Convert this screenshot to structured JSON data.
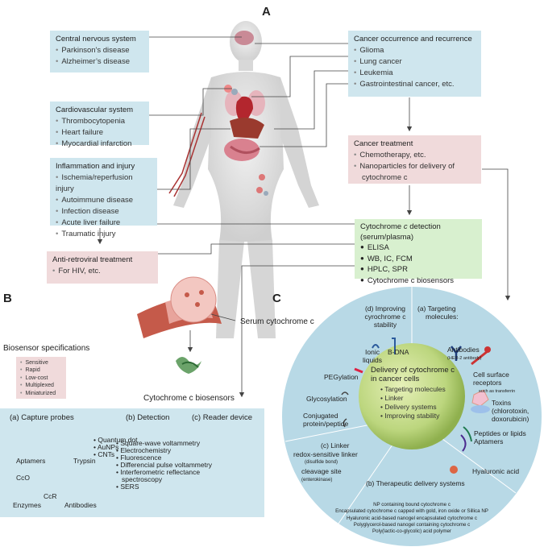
{
  "colors": {
    "blue_box": "#cfe6ee",
    "pink_box": "#f0dadb",
    "green_box": "#d8f0cf",
    "disk": "#b8d9e6",
    "center": "#c5dd8f"
  },
  "panel_a": {
    "letter": "A",
    "cns": {
      "title": "Central nervous system",
      "items": [
        "Parkinson's disease",
        "Alzheimer’s disease"
      ]
    },
    "cardio": {
      "title": "Cardiovascular system",
      "items": [
        "Thrombocytopenia",
        "Heart failure",
        "Myocardial infarction"
      ]
    },
    "inflam": {
      "title": "Inflammation and injury",
      "items": [
        "Ischemia/reperfusion injury",
        "Autoimmune disease",
        "Infection disease",
        "Acute liver failure",
        "Traumatic injury"
      ]
    },
    "antiretro": {
      "title": "Anti-retroviral treatment",
      "item": "For HIV, etc."
    },
    "cancer_occ": {
      "title": "Cancer occurrence and recurrence",
      "items": [
        "Glioma",
        "Lung cancer",
        "Leukemia",
        "Gastrointestinal cancer, etc."
      ]
    },
    "cancer_treat": {
      "title": "Cancer treatment",
      "items": [
        "Chemotherapy, etc.",
        "Nanoparticles for delivery of cytochrome c"
      ]
    },
    "detection": {
      "title_a": "Cytochrome ",
      "title_c": "c",
      "title_b": " detection",
      "title_2": "(serum/plasma)",
      "items": [
        "ELISA",
        "WB, IC, FCM",
        "HPLC, SPR",
        "Cytochrome c biosensors"
      ]
    }
  },
  "panel_b": {
    "letter": "B",
    "serum_label": "Serum cytochrome c",
    "spec_title": "Biosensor specifications",
    "specs": [
      "Sensitive",
      "Rapid",
      "Low-cost",
      "Multiplexed",
      "Miniaturized"
    ],
    "biosensors_label": "Cytochrome c biosensors",
    "capture_title": "(a) Capture probes",
    "detection_title": "(b) Detection",
    "reader_title": "(c) Reader device",
    "probes": {
      "aptamers": "Aptamers",
      "trypsin": "Trypsin",
      "quantum": "Quantum dot",
      "aunps": "AuNPs",
      "cnts": "CNTs",
      "cco": "CcO",
      "ccr": "CcR",
      "enzymes": "Enzymes",
      "antibodies": "Antibodies"
    },
    "methods": [
      "Square-wave voltammetry",
      "Electrochemistry",
      "Fluorescence",
      "Differencial pulse voltammetry",
      "Interferometric reflectance",
      "spectroscopy",
      "SERS"
    ]
  },
  "panel_c": {
    "letter": "C",
    "seg_d": [
      "(d) Improving",
      "cyrochrome c",
      "stability"
    ],
    "seg_a": [
      "(a) Targeting",
      "molecules:"
    ],
    "ionic": [
      "Ionic",
      "liquids"
    ],
    "bdna": "B-DNA",
    "antibodies": "Antibodies",
    "her2": "(HER-2 antibody)",
    "cell_surface": [
      "Cell surface",
      "receptors"
    ],
    "transferrin": "such as transferrin",
    "toxins": [
      "Toxins",
      "(chlorotoxin,",
      "doxorubicin)"
    ],
    "peptides": [
      "Peptides or lipids",
      "Aptamers"
    ],
    "hyaluronic": "Hyaluronic acid",
    "pegylation": "PEGylation",
    "glycosylation": "Glycosylation",
    "conjugated": [
      "Conjugated",
      "protein/peptide"
    ],
    "seg_c": "(c) Linker",
    "redox": "redox-sensitive linker",
    "disulfide": "(disulfide bond)",
    "cleavage": "cleavage site",
    "enterokinase": "(enterokinase)",
    "seg_b": "(b) Therapeutic delivery systems",
    "center_title": [
      "Delivery of cytochrome c",
      "in cancer cells"
    ],
    "center_items": [
      "Targeting molecules",
      "Linker",
      "Delivery systems",
      "Improving stability"
    ],
    "delivery_list": [
      "NP containing bound cytochrome c",
      "Encapsulated cytochrome c capped with gold, iron oxide or Sillica NP",
      "Hyaluronic acid-based nanogel encapsulated cytochrome c",
      "Polyglycerol-based nanogel containing cytochrome c",
      "Poly(lactic-co-glycolic) acid polymer"
    ]
  }
}
